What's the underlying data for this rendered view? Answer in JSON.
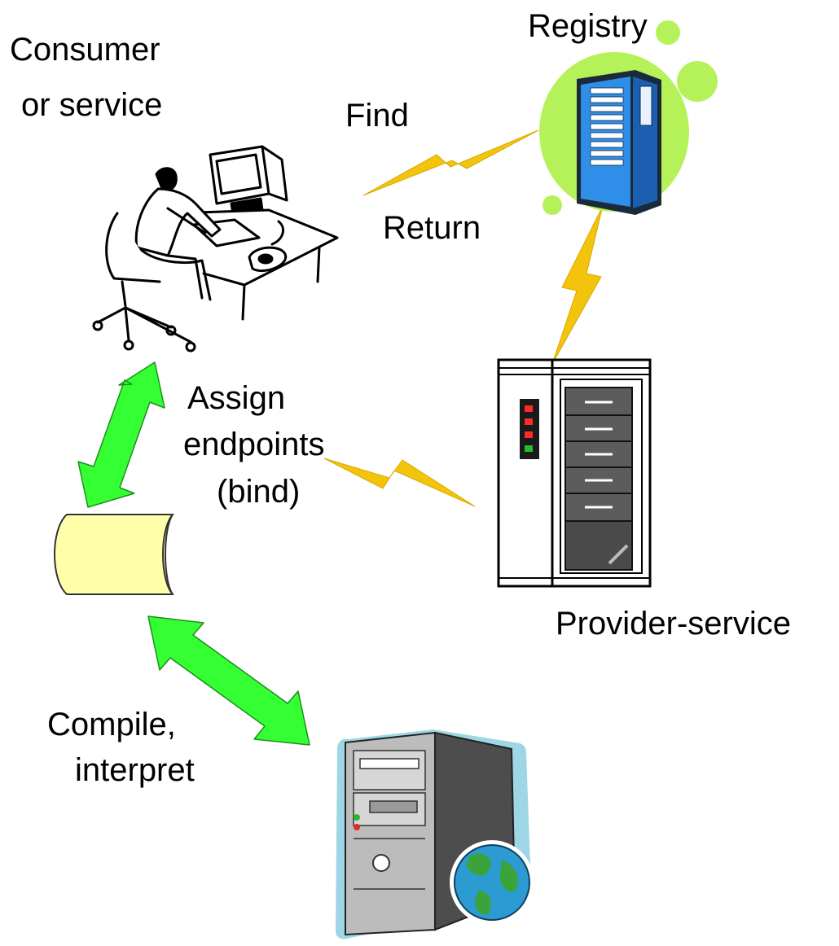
{
  "labels": {
    "consumer_line1": "Consumer",
    "consumer_line2": "or service",
    "registry": "Registry",
    "find": "Find",
    "return": "Return",
    "assign_line1": "Assign",
    "assign_line2": "endpoints",
    "assign_line3": "(bind)",
    "provider": "Provider-service",
    "compile_line1": "Compile,",
    "compile_line2": "interpret"
  },
  "icons": {
    "consumer": "person-at-computer-icon",
    "registry": "registry-server-icon",
    "provider": "server-rack-icon",
    "document": "scroll-document-icon",
    "web_server": "web-server-globe-icon",
    "connection": "lightning-bolt-icon",
    "bidirectional": "double-arrow-icon"
  },
  "colors": {
    "lightning": "#f2c40c",
    "arrow": "#33ff33",
    "registry_blob": "#b5f25a",
    "registry_server": "#2f8fe8",
    "scroll": "#ffffaa",
    "globe_halo": "#9fd6e6"
  }
}
